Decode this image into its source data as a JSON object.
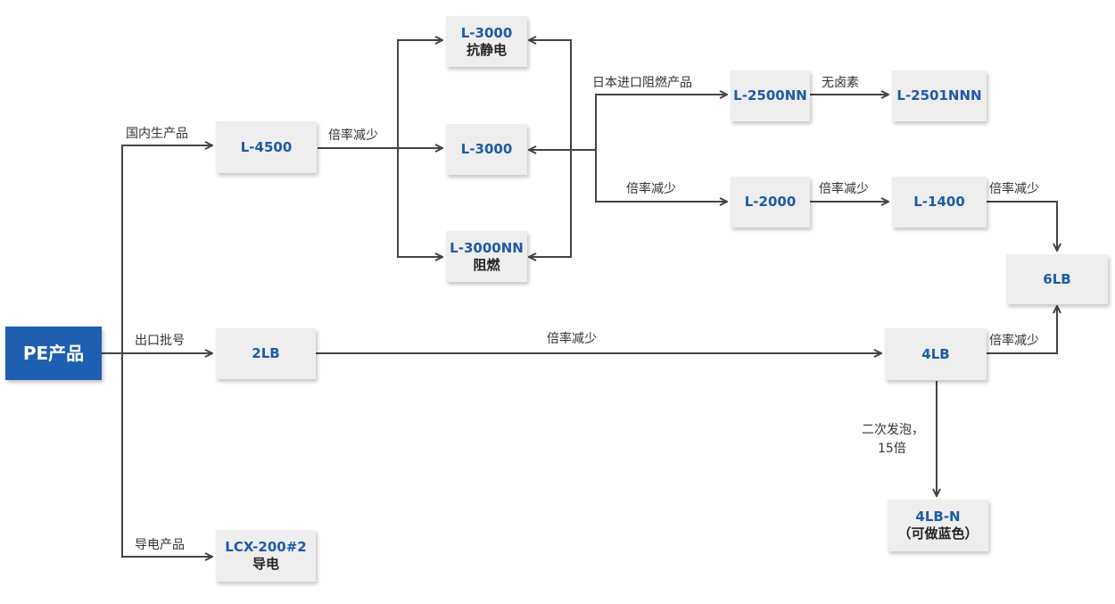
{
  "colors": {
    "connector": "#444444",
    "node_fill": "#eeeeee",
    "node_code_text": "#1f5aa6",
    "node_sub_text": "#222222",
    "root_fill": "#1e5fb1",
    "root_text": "#ffffff"
  },
  "nodes": {
    "root": {
      "code": "PE产品"
    },
    "l4500": {
      "code": "L-4500"
    },
    "l3000_antistatic": {
      "code": "L-3000",
      "sub": "抗静电"
    },
    "l3000": {
      "code": "L-3000"
    },
    "l3000nn": {
      "code": "L-3000NN",
      "sub": "阻燃"
    },
    "l2500nn": {
      "code": "L-2500NN"
    },
    "l2501nnn": {
      "code": "L-2501NNN"
    },
    "l2000": {
      "code": "L-2000"
    },
    "l1400": {
      "code": "L-1400"
    },
    "lb6": {
      "code": "6LB"
    },
    "lb2": {
      "code": "2LB"
    },
    "lb4": {
      "code": "4LB"
    },
    "lb4n": {
      "code": "4LB-N",
      "sub": "（可做蓝色）"
    },
    "lcx": {
      "code": "LCX-200#2",
      "sub": "导电"
    }
  },
  "edge_labels": {
    "domestic": "国内生产品",
    "export": "出口批号",
    "conductive": "导电产品",
    "rate_reduce_1": "倍率减少",
    "japan_fr": "日本进口阻燃产品",
    "halogen_free": "无卤素",
    "rate_reduce_2": "倍率减少",
    "rate_reduce_3": "倍率减少",
    "rate_reduce_4": "倍率减少",
    "rate_reduce_5": "倍率减少",
    "rate_reduce_6": "倍率减少",
    "secondary_foam_line1": "二次发泡，",
    "secondary_foam_line2": "15倍"
  }
}
